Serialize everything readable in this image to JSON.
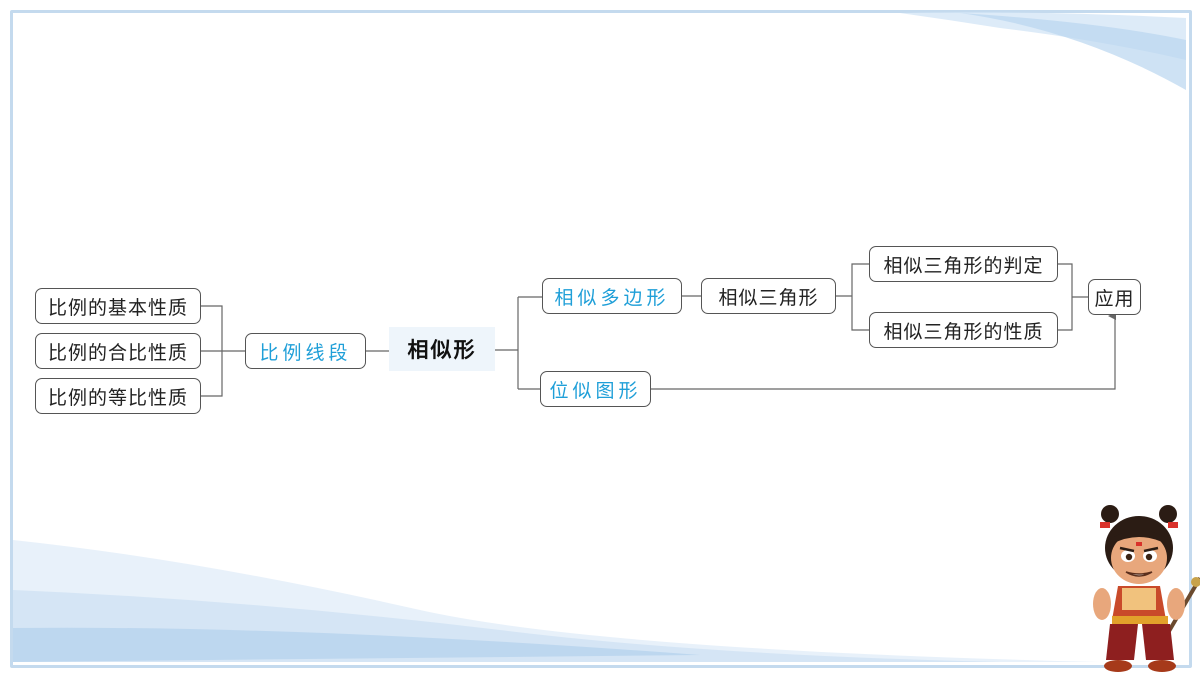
{
  "diagram": {
    "root": "相似形",
    "left_branch": {
      "label": "比例线段",
      "children": [
        "比例的基本性质",
        "比例的合比性质",
        "比例的等比性质"
      ]
    },
    "right_branch": {
      "polygon": "相似多边形",
      "triangle": "相似三角形",
      "triangle_children": [
        "相似三角形的判定",
        "相似三角形的性质"
      ],
      "homothety": "位似图形",
      "application": "应用"
    }
  },
  "colors": {
    "accent_text": "#1f9fd8",
    "node_border": "#555555",
    "root_fill": "#eef5fb",
    "frame_border": "#c4daee"
  },
  "decoration": {
    "mascot_icon": "cartoon-boy-mascot-icon"
  }
}
